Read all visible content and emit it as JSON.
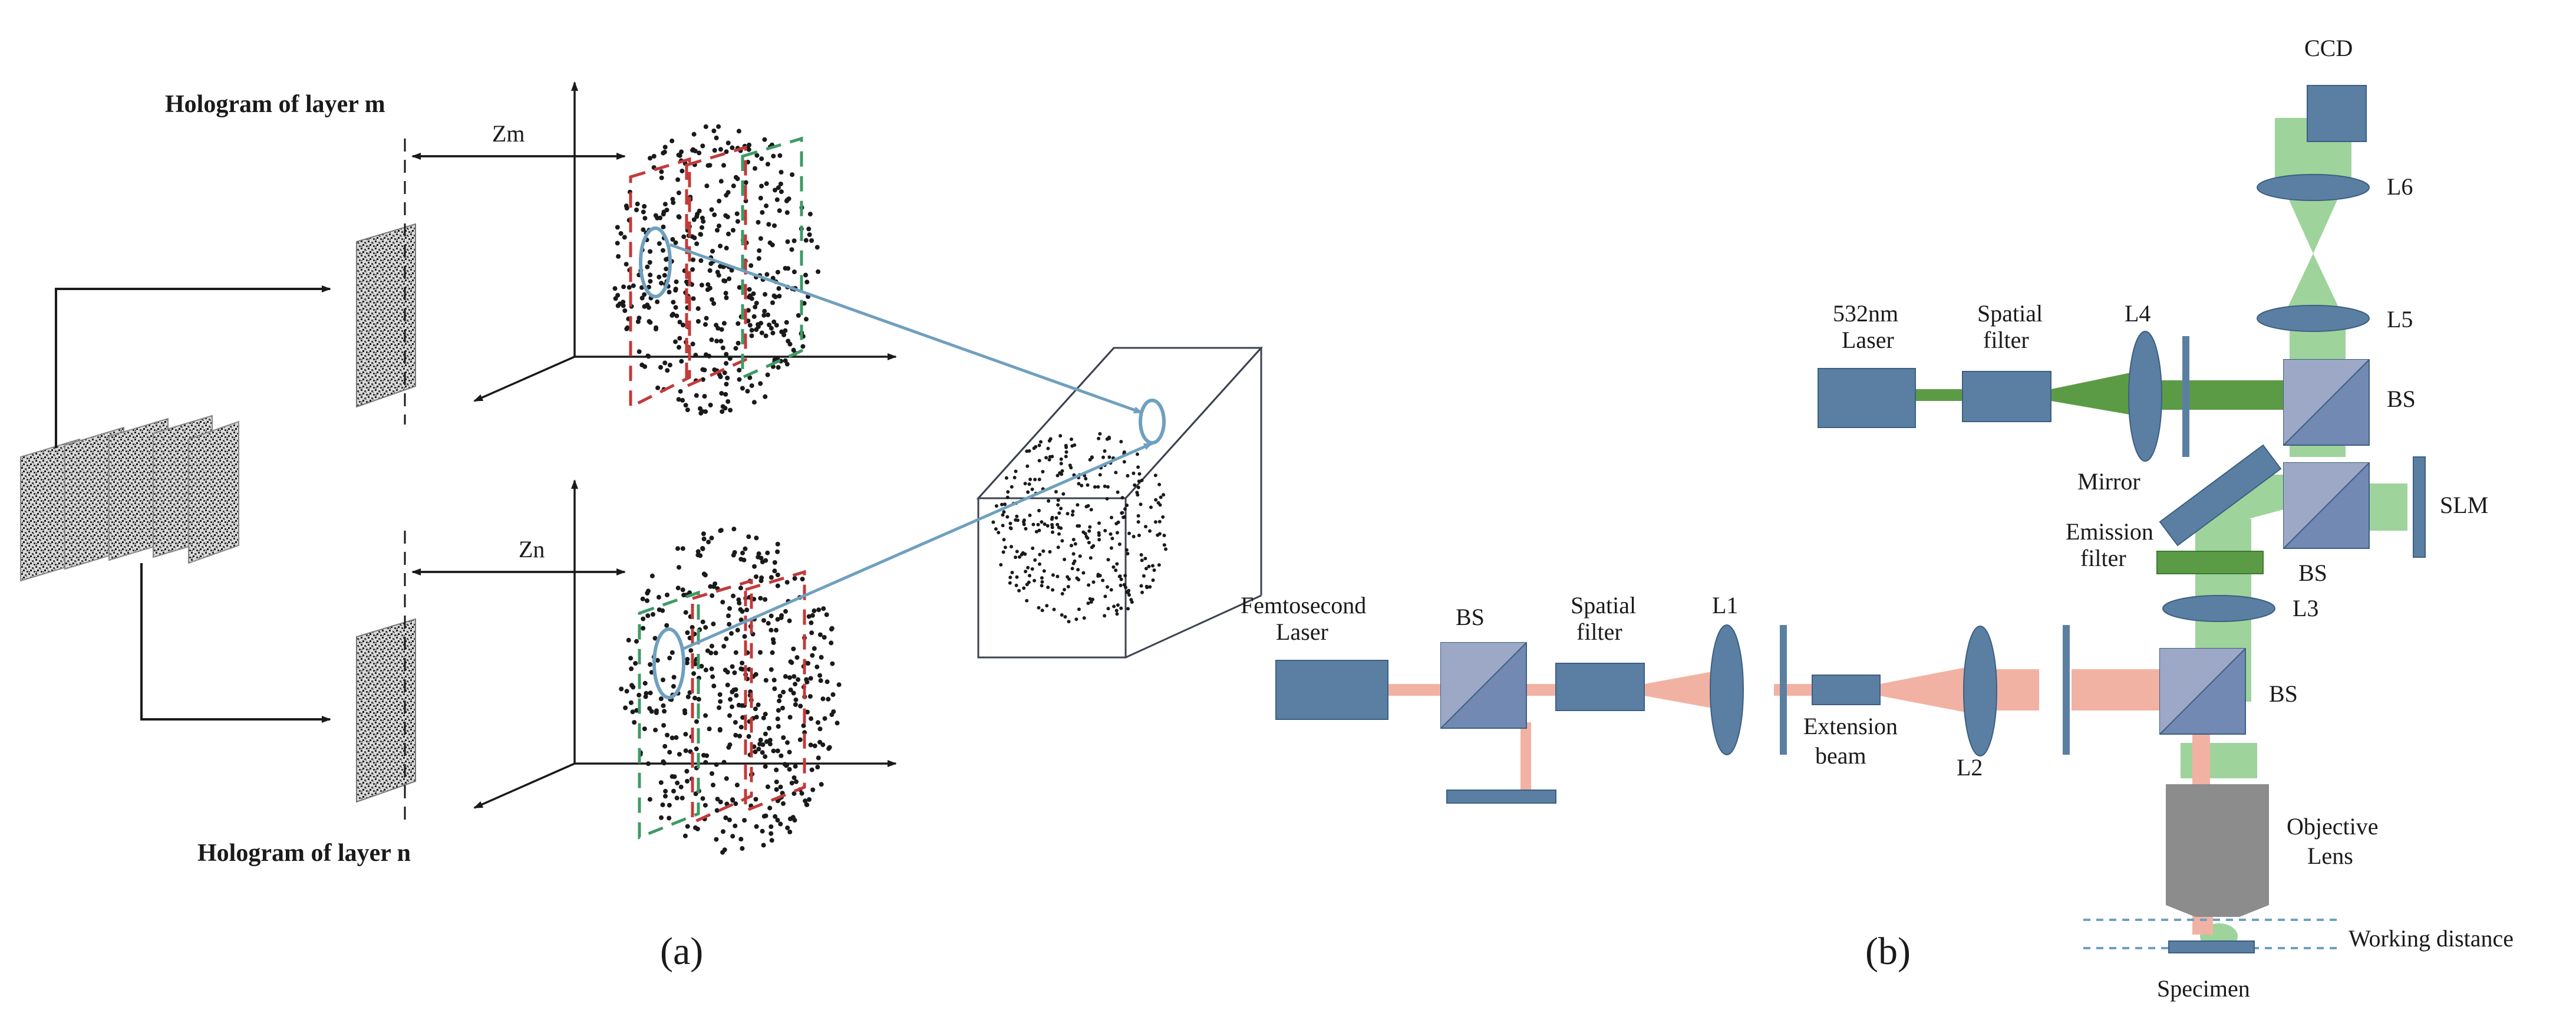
{
  "figure": {
    "panel_a": {
      "caption": "(a)",
      "hologram_m_label": "Hologram of layer m",
      "hologram_n_label": "Hologram of layer n",
      "zm_label": "Zm",
      "zn_label": "Zn"
    },
    "panel_b": {
      "caption": "(b)",
      "ccd": "CCD",
      "l6": "L6",
      "l5": "L5",
      "l4": "L4",
      "l3": "L3",
      "l2": "L2",
      "l1": "L1",
      "laser532_line1": "532nm",
      "laser532_line2": "Laser",
      "spatial_top_line1": "Spatial",
      "spatial_top_line2": "filter",
      "bs_top": "BS",
      "bs_mid": "BS",
      "bs_bottom": "BS",
      "bs_left": "BS",
      "mirror": "Mirror",
      "slm": "SLM",
      "emission_line1": "Emission",
      "emission_line2": "filter",
      "femto_line1": "Femtosecond",
      "femto_line2": "Laser",
      "spatial_bottom_line1": "Spatial",
      "spatial_bottom_line2": "filter",
      "extension_line1": "Extension",
      "extension_line2": "beam",
      "objective_line1": "Objective",
      "objective_line2": "Lens",
      "working_distance": "Working distance",
      "specimen": "Specimen"
    },
    "colors": {
      "component_blue": "#5b7fa3",
      "component_stroke": "#3c5f82",
      "green_beam": "#9ed39b",
      "dark_green_beam": "#5c9b45",
      "red_beam": "#f2b2a3",
      "objective_gray": "#8c8c8c",
      "arrow_blue": "#6fa0bf",
      "red_dash": "#c33a3a",
      "green_dash": "#3f9a66"
    }
  }
}
